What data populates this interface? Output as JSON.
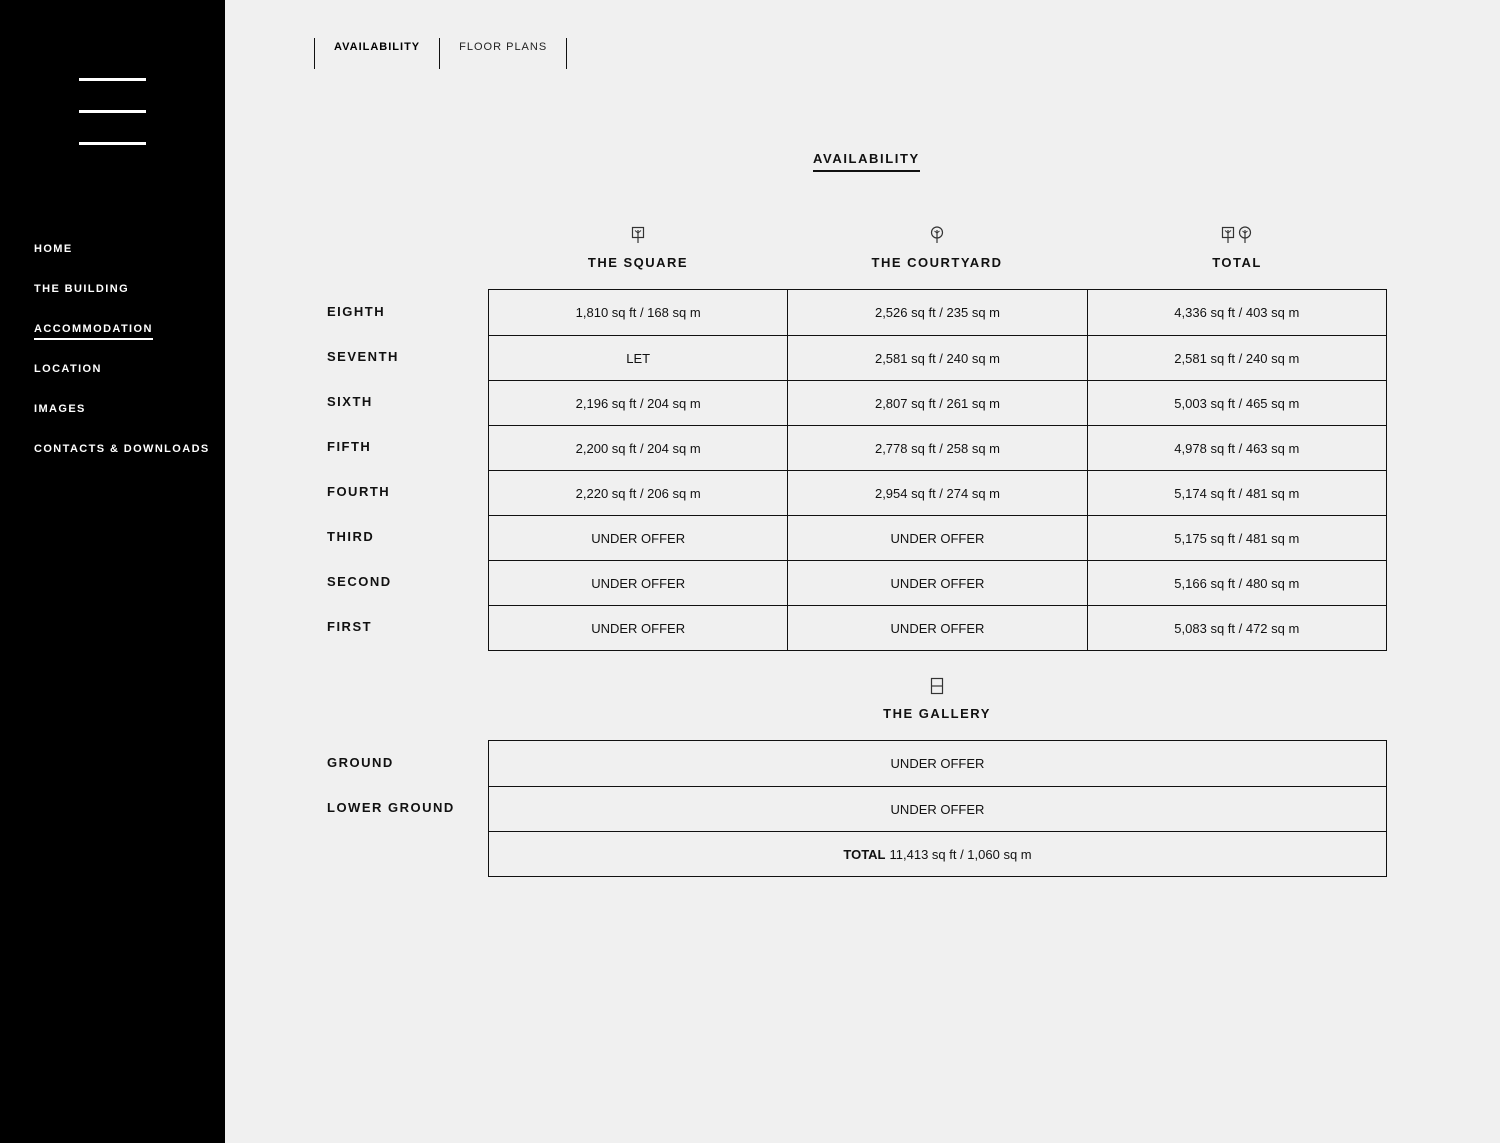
{
  "nav": {
    "items": [
      {
        "label": "HOME"
      },
      {
        "label": "THE BUILDING"
      },
      {
        "label": "ACCOMMODATION"
      },
      {
        "label": "LOCATION"
      },
      {
        "label": "IMAGES"
      },
      {
        "label": "CONTACTS & DOWNLOADS"
      }
    ],
    "active": "ACCOMMODATION"
  },
  "tabs": [
    {
      "label": "AVAILABILITY"
    },
    {
      "label": "FLOOR PLANS"
    }
  ],
  "section_title": "AVAILABILITY",
  "columns": {
    "square": "THE SQUARE",
    "courtyard": "THE COURTYARD",
    "total": "TOTAL"
  },
  "floors": [
    {
      "label": "EIGHTH",
      "square": "1,810 sq ft / 168 sq m",
      "courtyard": "2,526 sq ft / 235 sq m",
      "total": "4,336 sq ft / 403 sq m"
    },
    {
      "label": "SEVENTH",
      "square": "LET",
      "courtyard": "2,581 sq ft / 240 sq m",
      "total": "2,581 sq ft / 240 sq m"
    },
    {
      "label": "SIXTH",
      "square": "2,196 sq ft / 204 sq m",
      "courtyard": "2,807 sq ft / 261 sq m",
      "total": "5,003 sq ft / 465 sq m"
    },
    {
      "label": "FIFTH",
      "square": "2,200 sq ft / 204 sq m",
      "courtyard": "2,778 sq ft / 258 sq m",
      "total": "4,978 sq ft / 463 sq m"
    },
    {
      "label": "FOURTH",
      "square": "2,220 sq ft / 206 sq m",
      "courtyard": "2,954 sq ft / 274 sq m",
      "total": "5,174 sq ft / 481 sq m"
    },
    {
      "label": "THIRD",
      "square": "UNDER OFFER",
      "courtyard": "UNDER OFFER",
      "total": "5,175 sq ft / 481 sq m"
    },
    {
      "label": "SECOND",
      "square": "UNDER OFFER",
      "courtyard": "UNDER OFFER",
      "total": "5,166 sq ft / 480 sq m"
    },
    {
      "label": "FIRST",
      "square": "UNDER OFFER",
      "courtyard": "UNDER OFFER",
      "total": "5,083 sq ft / 472 sq m"
    }
  ],
  "gallery": {
    "title": "THE GALLERY",
    "rows": [
      {
        "label": "GROUND",
        "value": "UNDER OFFER"
      },
      {
        "label": "LOWER GROUND",
        "value": "UNDER OFFER"
      }
    ],
    "total_label": "TOTAL",
    "total_value": "11,413 sq ft / 1,060 sq m"
  },
  "icons": {
    "square": "tree-square-icon",
    "courtyard": "tree-round-icon",
    "total": "trees-pair-icon",
    "gallery": "gallery-building-icon"
  }
}
